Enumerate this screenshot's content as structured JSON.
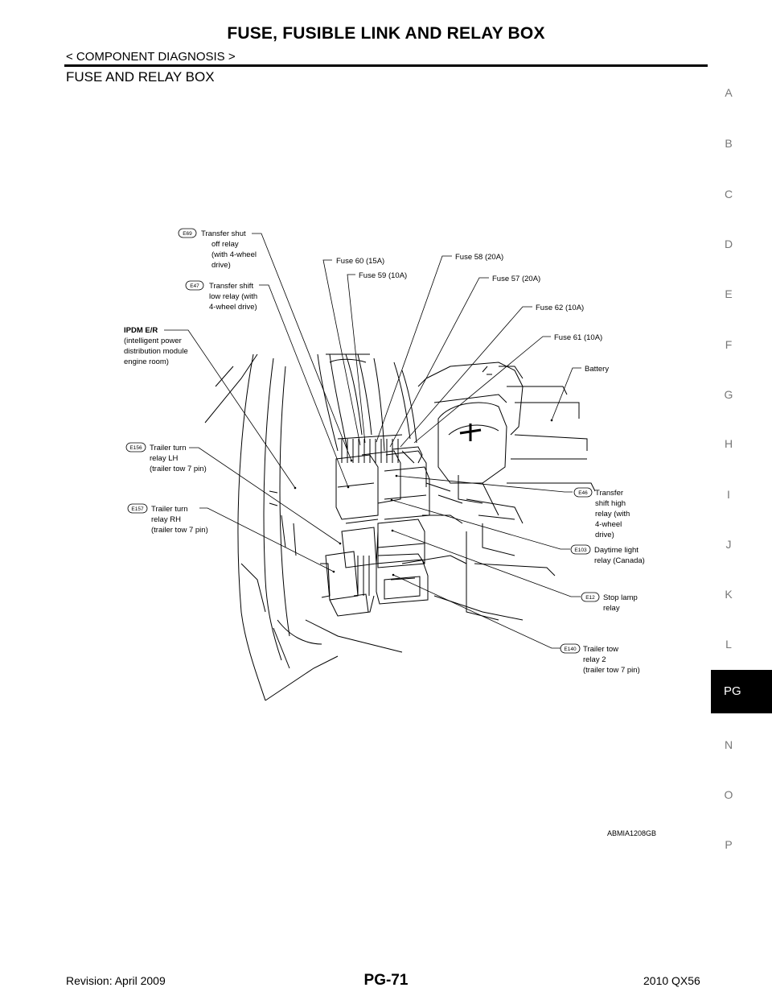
{
  "header": {
    "title": "FUSE, FUSIBLE LINK AND RELAY BOX",
    "subtitle": "< COMPONENT DIAGNOSIS >",
    "section_title": "FUSE AND RELAY BOX"
  },
  "side_index": {
    "letters": [
      "A",
      "B",
      "C",
      "D",
      "E",
      "F",
      "G",
      "H",
      "I",
      "J",
      "K",
      "L",
      "PG",
      "N",
      "O",
      "P"
    ],
    "active": "PG"
  },
  "figure": {
    "labels": {
      "e69_code": "E69",
      "e69_l1": "Transfer shut",
      "e69_l2": "off relay",
      "e69_l3": "(with 4-wheel",
      "e69_l4": "drive)",
      "e47_code": "E47",
      "e47_l1": "Transfer shift",
      "e47_l2": "low relay (with",
      "e47_l3": "4-wheel drive)",
      "ipdm_l1": "IPDM E/R",
      "ipdm_l2": "(intelligent power",
      "ipdm_l3": "distribution module",
      "ipdm_l4": "engine room)",
      "e156_code": "E156",
      "e156_l1": "Trailer turn",
      "e156_l2": "relay LH",
      "e156_l3": "(trailer tow 7 pin)",
      "e157_code": "E157",
      "e157_l1": "Trailer turn",
      "e157_l2": "relay RH",
      "e157_l3": "(trailer tow 7 pin)",
      "fuse60": "Fuse 60 (15A)",
      "fuse59": "Fuse 59 (10A)",
      "fuse58": "Fuse 58 (20A)",
      "fuse57": "Fuse 57 (20A)",
      "fuse62": "Fuse 62 (10A)",
      "fuse61": "Fuse 61 (10A)",
      "battery": "Battery",
      "e46_code": "E46",
      "e46_l1": "Transfer",
      "e46_l2": "shift high",
      "e46_l3": "relay (with",
      "e46_l4": "4-wheel",
      "e46_l5": "drive)",
      "e103_code": "E103",
      "e103_l1": "Daytime light",
      "e103_l2": "relay (Canada)",
      "e12_code": "E12",
      "e12_l1": "Stop lamp",
      "e12_l2": "relay",
      "e140_code": "E140",
      "e140_l1": "Trailer tow",
      "e140_l2": "relay 2",
      "e140_l3": "(trailer tow 7 pin)"
    },
    "figure_id": "ABMIA1208GB"
  },
  "footer": {
    "revision": "Revision: April 2009",
    "page_number": "PG-71",
    "model": "2010 QX56"
  }
}
